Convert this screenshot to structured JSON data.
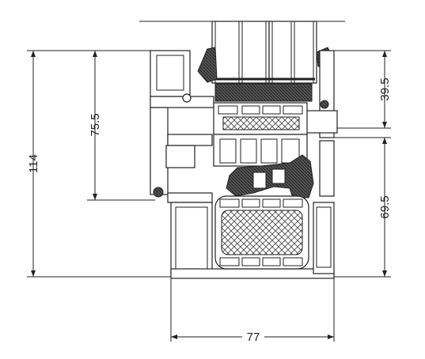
{
  "dimensions": {
    "overall_height": "114",
    "sash_height": "75.5",
    "top_right": "39.5",
    "bottom_right": "69.5",
    "width": "77"
  },
  "colors": {
    "line": "#222222",
    "seal": "#333333",
    "background": "#ffffff"
  }
}
